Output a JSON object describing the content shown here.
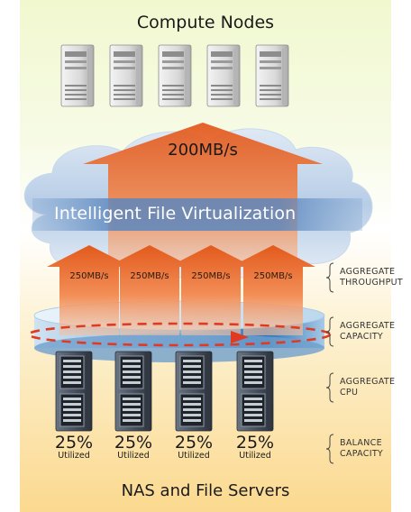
{
  "header": {
    "title": "Compute Nodes"
  },
  "footer": {
    "title": "NAS and File Servers"
  },
  "cloud": {
    "throughput_total": "200MB/s",
    "label": "Intelligent File Virtualization"
  },
  "throughput_arrows": [
    {
      "label": "250MB/s"
    },
    {
      "label": "250MB/s"
    },
    {
      "label": "250MB/s"
    },
    {
      "label": "250MB/s"
    }
  ],
  "servers": [
    {
      "percent": "25%",
      "utilized": "Utilized"
    },
    {
      "percent": "25%",
      "utilized": "Utilized"
    },
    {
      "percent": "25%",
      "utilized": "Utilized"
    },
    {
      "percent": "25%",
      "utilized": "Utilized"
    }
  ],
  "side_labels": {
    "throughput": {
      "line1": "AGGREGATE",
      "line2": "THROUGHPUT"
    },
    "capacity": {
      "line1": "AGGREGATE",
      "line2": "CAPACITY"
    },
    "cpu": {
      "line1": "AGGREGATE",
      "line2": "CPU"
    },
    "balance": {
      "line1": "BALANCE",
      "line2": "CAPACITY"
    }
  },
  "colors": {
    "arrow_orange": "#e8651e",
    "cloud_blue": "#b9cfe6",
    "background_top": "#eef6c4",
    "background_bottom": "#fbdd9a",
    "ring_dash": "#e03a22"
  }
}
